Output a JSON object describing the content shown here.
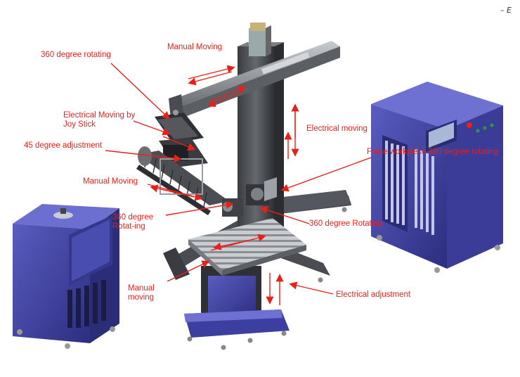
{
  "corner_text": "– E",
  "labels": {
    "rotating_360_top": "360 degree rotating",
    "manual_moving_top": "Manual Moving",
    "electrical_moving_joystick": "Electrical Moving by Joy Stick",
    "adjustment_45": "45 degree adjustment",
    "electrical_moving_right": "Electrical moving",
    "force_workpiece_rotating": "Force workpiece 360 degree rotating",
    "manual_moving_mid": "Manual Moving",
    "rotating_360_left": "360 degree Rotat-ing",
    "rotating_360_table": "360 degree Rotating",
    "manual_moving_bottom": "Manual moving",
    "electrical_adjustment": "Electrical adjustment"
  },
  "colors": {
    "annotation": "#e8201a",
    "machine_blue": "#3d3f9c",
    "machine_blue_dark": "#24266a",
    "steel_dark": "#3c3e42",
    "steel_mid": "#6b6e73",
    "steel_light": "#b9bcc0",
    "rail_gray": "#8d9096"
  }
}
